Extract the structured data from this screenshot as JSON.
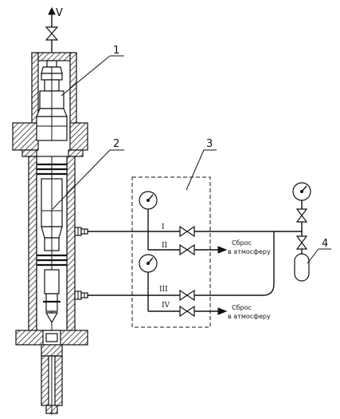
{
  "labels": {
    "top_arrow": "V",
    "part1": "1",
    "part2": "2",
    "part3": "3",
    "part4": "4",
    "line1": "I",
    "line2": "II",
    "line3": "III",
    "line4": "IV",
    "vent1_line1": "Сброс",
    "vent1_line2": "в атмосферу",
    "vent2_line1": "Сброс",
    "vent2_line2": "в атмосферу"
  }
}
